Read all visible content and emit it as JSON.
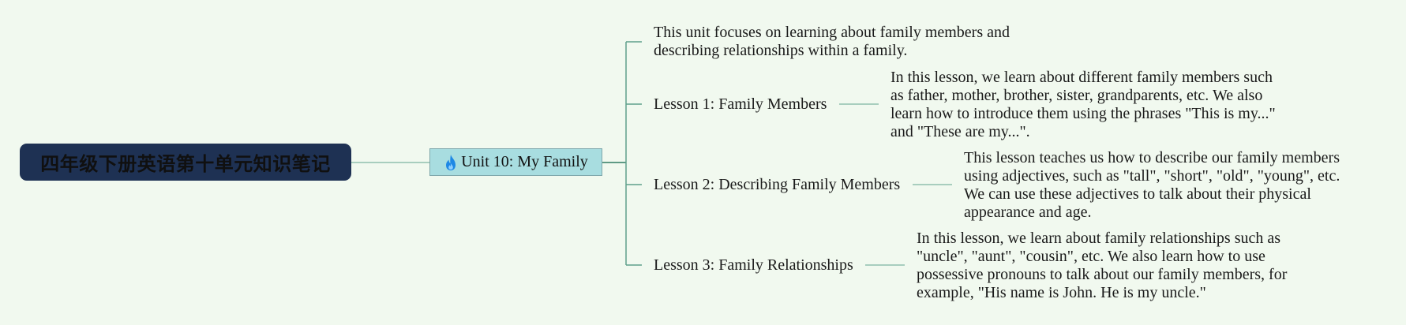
{
  "root": {
    "title": "四年级下册英语第十单元知识笔记"
  },
  "unit": {
    "label": "Unit 10: My Family",
    "icon": "fire-icon",
    "icon_color": "#2196f3"
  },
  "branches": [
    {
      "label": "",
      "detail": "This unit focuses on learning about family members and\ndescribing relationships within a family."
    },
    {
      "label": "Lesson 1: Family Members",
      "detail": "In this lesson, we learn about different family members such\nas father, mother, brother, sister, grandparents, etc. We also\nlearn how to introduce them using the phrases \"This is my...\"\nand \"These are my...\"."
    },
    {
      "label": "Lesson 2: Describing Family Members",
      "detail": "This lesson teaches us how to describe our family members\nusing adjectives, such as \"tall\", \"short\", \"old\", \"young\", etc.\nWe can use these adjectives to talk about their physical\nappearance and age."
    },
    {
      "label": "Lesson 3: Family Relationships",
      "detail": "In this lesson, we learn about family relationships such as\n\"uncle\", \"aunt\", \"cousin\", etc. We also learn how to use\npossessive pronouns to talk about our family members, for\nexample, \"His name is John. He is my uncle.\""
    }
  ],
  "colors": {
    "background": "#f1f9ef",
    "root_fill": "#1e3153",
    "unit_fill": "#a8dde0",
    "connector": "#5fa08c"
  }
}
